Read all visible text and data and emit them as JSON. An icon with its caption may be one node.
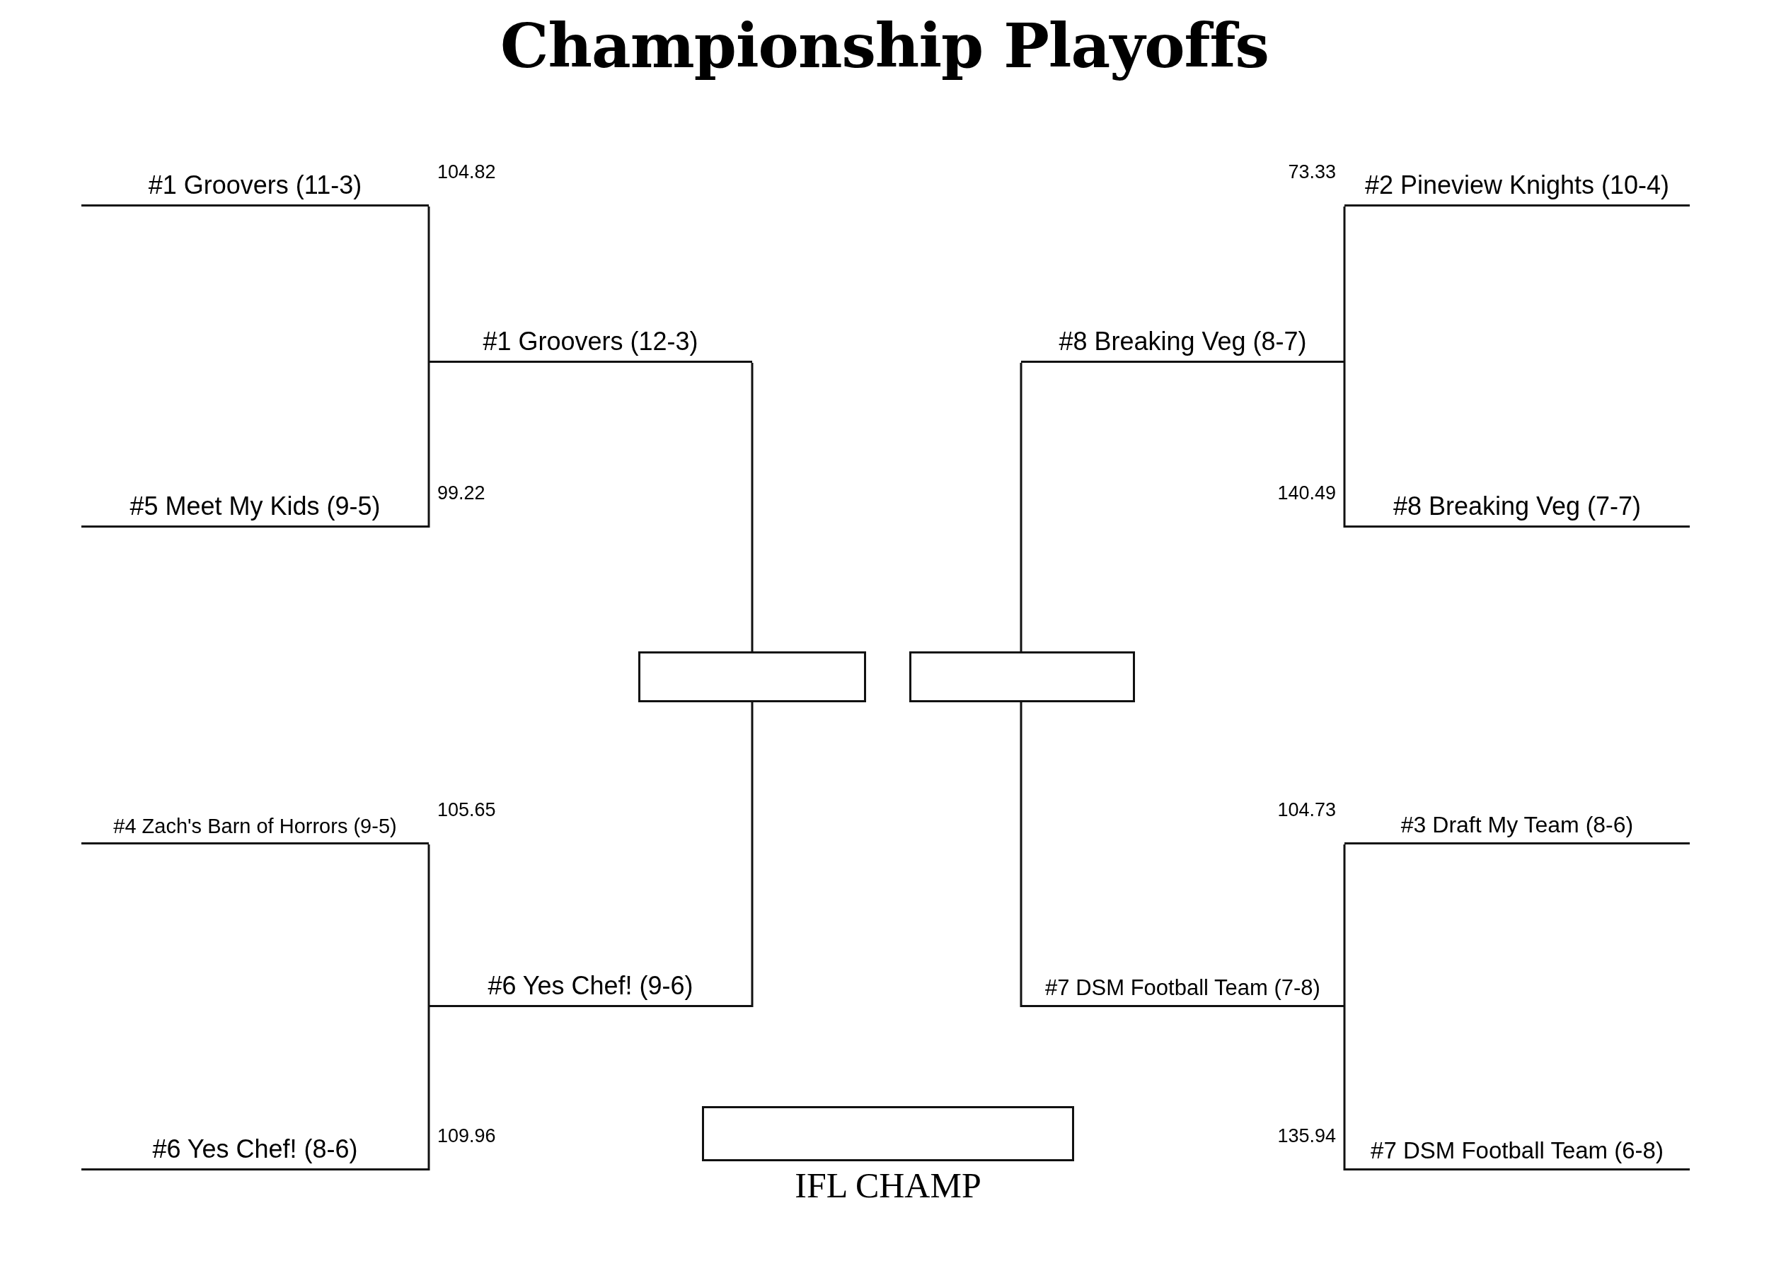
{
  "diagram": {
    "title": "Championship Playoffs",
    "nodes": [
      {
        "text": [
          "#1 Groovers (11-3)"
        ],
        "beside": [
          "104.82"
        ]
      },
      {
        "text": [
          "#2 Pineview Knights (10-4)"
        ],
        "beside": [
          "73.33"
        ]
      },
      {
        "text": [
          "#1 Groovers (12-3)"
        ]
      },
      {
        "text": [
          "#8 Breaking Veg (8-7)"
        ]
      },
      {
        "text": [
          "#5 Meet My Kids (9-5)"
        ],
        "beside": [
          "99.22"
        ]
      },
      {
        "text": [
          "#8 Breaking Veg (7-7)"
        ],
        "beside": [
          "140.49"
        ]
      },
      {
        "text": [],
        "shape": "box"
      },
      {
        "text": [],
        "shape": "box"
      },
      {
        "text": [
          "#4 Zach's Barn of Horrors (9-5)"
        ],
        "beside": [
          "105.65"
        ]
      },
      {
        "text": [
          "#3 Draft My Team (8-6)"
        ],
        "beside": [
          "104.73"
        ]
      },
      {
        "text": [
          "#6 Yes Chef! (9-6)"
        ]
      },
      {
        "text": [
          "#7 DSM Football Team (7-8)"
        ]
      },
      {
        "text": [
          "#6 Yes Chef! (8-6)"
        ],
        "beside": [
          "109.96"
        ]
      },
      {
        "text": [
          "#7 DSM Football Team (6-8)"
        ],
        "beside": [
          "135.94"
        ]
      },
      {
        "text": [],
        "shape": "box",
        "beside": [
          "IFL CHAMP"
        ]
      }
    ],
    "edges": [
      {
        "from": 0,
        "to": 2,
        "arrow": "none"
      },
      {
        "from": 4,
        "to": 2,
        "arrow": "none"
      },
      {
        "from": 2,
        "to": 6,
        "arrow": "none"
      },
      {
        "from": 1,
        "to": 3,
        "arrow": "none"
      },
      {
        "from": 5,
        "to": 3,
        "arrow": "none"
      },
      {
        "from": 3,
        "to": 7,
        "arrow": "none"
      },
      {
        "from": 8,
        "to": 10,
        "arrow": "none"
      },
      {
        "from": 12,
        "to": 10,
        "arrow": "none"
      },
      {
        "from": 10,
        "to": 6,
        "arrow": "none"
      },
      {
        "from": 9,
        "to": 11,
        "arrow": "none"
      },
      {
        "from": 13,
        "to": 11,
        "arrow": "none"
      },
      {
        "from": 11,
        "to": 7,
        "arrow": "none"
      }
    ]
  }
}
